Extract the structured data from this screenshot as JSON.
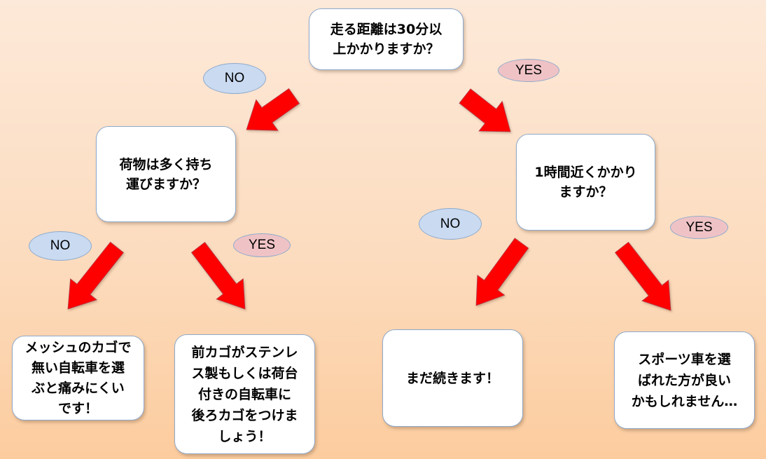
{
  "diagram": {
    "type": "flowchart",
    "nodes": {
      "root": "走る距離は30分以\n上かかりますか？",
      "left_q": "荷物は多く持ち\n運びますか？",
      "right_q": "1時間近くかかり\nますか？",
      "leaf_mesh": "メッシュのカゴで\n無い自転車を選\nぶと痛みにくい\nです！",
      "leaf_stainless": "前カゴがステンレ\nス製もしくは荷台\n付きの自転車に\n後ろカゴをつけま\nしょう！",
      "leaf_continue": "まだ続きます！",
      "leaf_sports": "スポーツ車を選\nばれた方が良い\nかもしれません…"
    },
    "labels": {
      "root_no": "NO",
      "root_yes": "YES",
      "left_no": "NO",
      "left_yes": "YES",
      "right_no": "NO",
      "right_yes": "YES"
    },
    "edges": [
      {
        "from": "root",
        "to": "left_q",
        "label": "NO"
      },
      {
        "from": "root",
        "to": "right_q",
        "label": "YES"
      },
      {
        "from": "left_q",
        "to": "leaf_mesh",
        "label": "NO"
      },
      {
        "from": "left_q",
        "to": "leaf_stainless",
        "label": "YES"
      },
      {
        "from": "right_q",
        "to": "leaf_continue",
        "label": "NO"
      },
      {
        "from": "right_q",
        "to": "leaf_sports",
        "label": "YES"
      }
    ],
    "colors": {
      "arrow": "#ff0000",
      "no_label": "#c9daf1",
      "yes_label": "#efc3c6",
      "node_border": "#8eaacc"
    }
  }
}
